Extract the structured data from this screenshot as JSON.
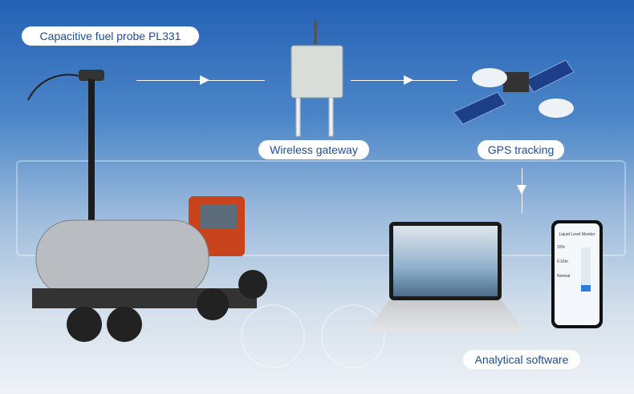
{
  "labels": {
    "probe": "Capacitive fuel probe PL331",
    "gateway": "Wireless gateway",
    "gps": "GPS tracking",
    "software": "Analytical software"
  },
  "phone": {
    "title": "Liquid Level Monitor",
    "level_percent": "15%",
    "level_height": "0.16m",
    "status": "Normal"
  },
  "colors": {
    "label_text": "#1d4c9a",
    "background_top": "#2561b5"
  }
}
